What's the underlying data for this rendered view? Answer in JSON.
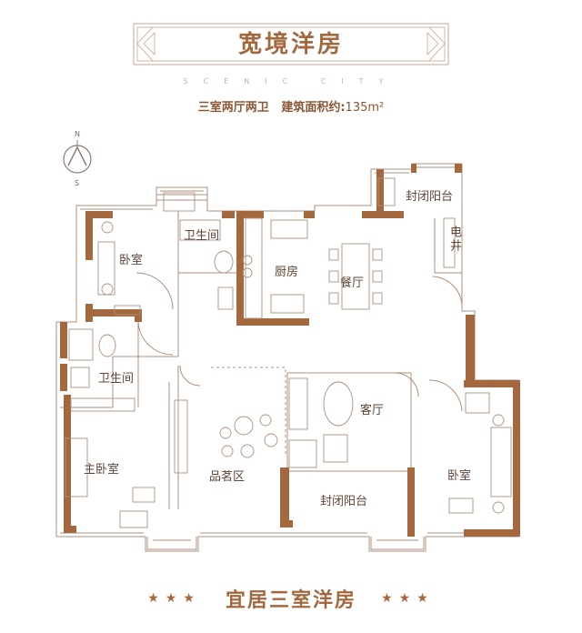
{
  "header": {
    "title": "宽境洋房",
    "subtitle": "SCENIC CITY",
    "spec_rooms": "三室两厅两卫",
    "spec_area_label": "建筑面积约:",
    "spec_area_value": "135",
    "spec_area_unit": "m²"
  },
  "compass": {
    "north": "N",
    "south": "S"
  },
  "rooms": {
    "bedroom_nw": "卧室",
    "bathroom_n": "卫生间",
    "kitchen": "厨房",
    "dining": "餐厅",
    "balcony_n": "封闭阳台",
    "elec_shaft": "电井",
    "bathroom_w": "卫生间",
    "living": "客厅",
    "master_bedroom": "主卧室",
    "tea_area": "品茗区",
    "bedroom_se": "卧室",
    "balcony_s": "封闭阳台"
  },
  "footer": {
    "stars_left": "★★★",
    "slogan": "宜居三室洋房",
    "stars_right": "★★★"
  },
  "colors": {
    "wall": "#a4683f",
    "thin_line": "#b08f7c",
    "text": "#5e4536"
  }
}
